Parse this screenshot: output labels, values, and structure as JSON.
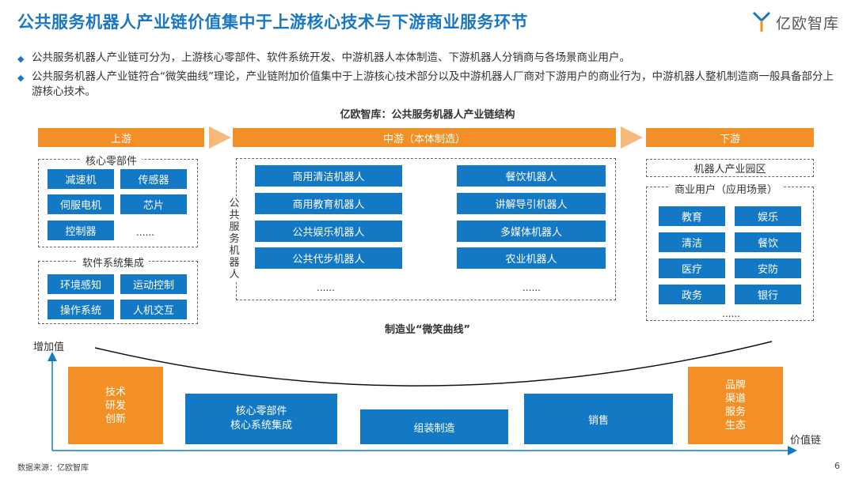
{
  "title": "公共服务机器人产业链价值集中于上游核心技术与下游商业服务环节",
  "logo_text": "亿欧智库",
  "bullets": [
    "公共服务机器人产业链可分为，上游核心零部件、软件系统开发、中游机器人本体制造、下游机器人分销商与各场景商业用户。",
    "公共服务机器人产业链符合“微笑曲线”理论，产业链附加价值集中于上游核心技术部分以及中游机器人厂商对下游用户的商业行为，中游机器人整机制造商一般具备部分上游核心技术。"
  ],
  "subtitle": "亿欧智库：公共服务机器人产业链结构",
  "stages": {
    "upstream": "上游",
    "midstream": "中游（本体制造）",
    "downstream": "下游"
  },
  "upstream": {
    "core_parts_label": "核心零部件",
    "core_parts": [
      "减速机",
      "传感器",
      "伺服电机",
      "芯片",
      "控制器"
    ],
    "core_parts_more": "......",
    "software_label": "软件系统集成",
    "software": [
      "环境感知",
      "运动控制",
      "操作系统",
      "人机交互"
    ]
  },
  "midstream": {
    "vertical_label": "公共服务机器人",
    "left": [
      "商用清洁机器人",
      "商用教育机器人",
      "公共娱乐机器人",
      "公共代步机器人"
    ],
    "right": [
      "餐饮机器人",
      "讲解导引机器人",
      "多媒体机器人",
      "农业机器人"
    ],
    "more": "......"
  },
  "downstream": {
    "park_label": "机器人产业园区",
    "users_label": "商业用户（应用场景）",
    "users": [
      "教育",
      "娱乐",
      "清洁",
      "餐饮",
      "医疗",
      "安防",
      "政务",
      "银行"
    ],
    "more": "......"
  },
  "smile": {
    "label": "制造业“微笑曲线”",
    "y_axis": "增加值",
    "x_axis": "价值链",
    "bars": [
      {
        "label": "技术\n研发\n创新",
        "color": "#f39025"
      },
      {
        "label": "核心零部件\n核心系统集成",
        "color": "#1479c4"
      },
      {
        "label": "组装制造",
        "color": "#1479c4"
      },
      {
        "label": "销售",
        "color": "#1479c4"
      },
      {
        "label": "品牌\n渠道\n服务\n生态",
        "color": "#f39025"
      }
    ]
  },
  "footer": "数据来源：亿欧智库",
  "page_number": "6",
  "colors": {
    "accent_blue": "#1479c4",
    "accent_orange": "#f39025",
    "title_blue": "#1a78c2"
  }
}
